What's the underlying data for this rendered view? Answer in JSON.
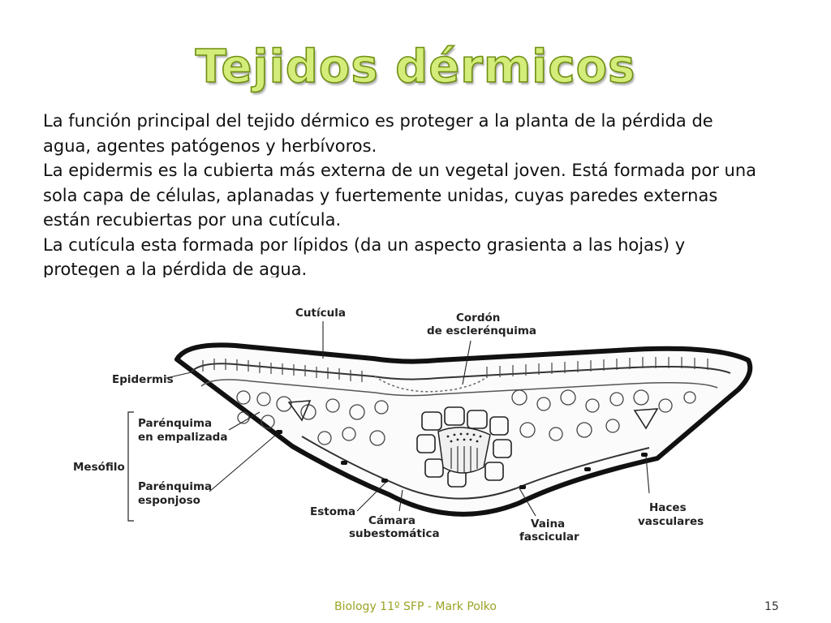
{
  "slide": {
    "title": "Tejidos dérmicos",
    "paragraphs": [
      "La función principal del tejido dérmico es proteger a la planta de la pérdida de agua, agentes patógenos y herbívoros.",
      "La epidermis es la cubierta más externa de un vegetal joven. Está formada por una sola capa de células, aplanadas y fuertemente unidas, cuyas paredes externas están recubiertas por una cutícula.",
      "La cutícula esta formada por lípidos (da un aspecto grasienta a las hojas) y protegen a la pérdida de agua."
    ],
    "footer": "Biology 11º SFP - Mark Polko",
    "page_number": "15"
  },
  "diagram": {
    "labels": {
      "cuticula": "Cutícula",
      "cordon_line1": "Cordón",
      "cordon_line2": "de esclerénquima",
      "epidermis": "Epidermis",
      "empalizada_line1": "Parénquima",
      "empalizada_line2": "en empalizada",
      "mesofilo": "Mesófilo",
      "esponjoso_line1": "Parénquima",
      "esponjoso_line2": "esponjoso",
      "estoma": "Estoma",
      "camara_line1": "Cámara",
      "camara_line2": "subestomática",
      "vaina_line1": "Vaina",
      "vaina_line2": "fascicular",
      "haces_line1": "Haces",
      "haces_line2": "vasculares"
    }
  }
}
